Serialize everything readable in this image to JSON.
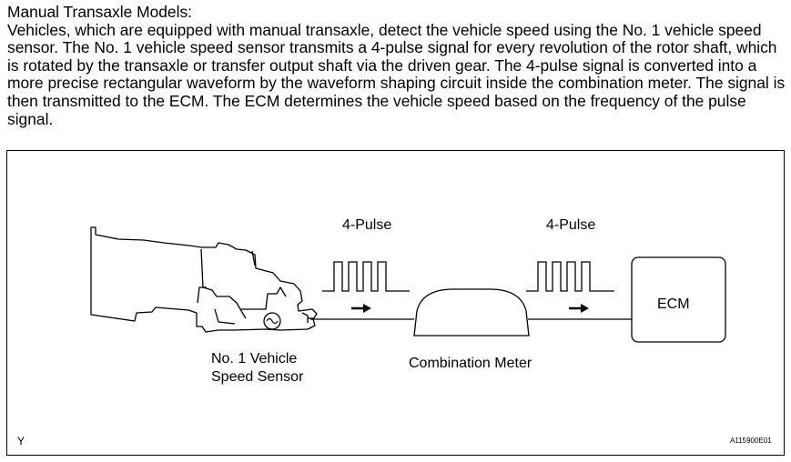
{
  "document": {
    "heading": "Manual Transaxle Models:",
    "paragraph": "Vehicles, which are equipped with manual transaxle, detect the vehicle speed using the No. 1 vehicle speed sensor. The No. 1 vehicle speed sensor transmits a 4-pulse signal for every revolution of the rotor shaft, which is rotated by the transaxle or transfer output shaft via the driven gear. The 4-pulse signal is converted into a more precise rectangular waveform by the waveform shaping circuit inside the combination meter. The signal is then transmitted to the ECM. The ECM determines the vehicle speed based on the frequency of the pulse signal."
  },
  "diagram": {
    "pulse_label_left": "4-Pulse",
    "pulse_label_right": "4-Pulse",
    "sensor_label_line1": "No. 1 Vehicle",
    "sensor_label_line2": "Speed Sensor",
    "meter_label": "Combination Meter",
    "ecm_label": "ECM",
    "corner_mark": "Y",
    "figure_code": "A115900E01"
  }
}
